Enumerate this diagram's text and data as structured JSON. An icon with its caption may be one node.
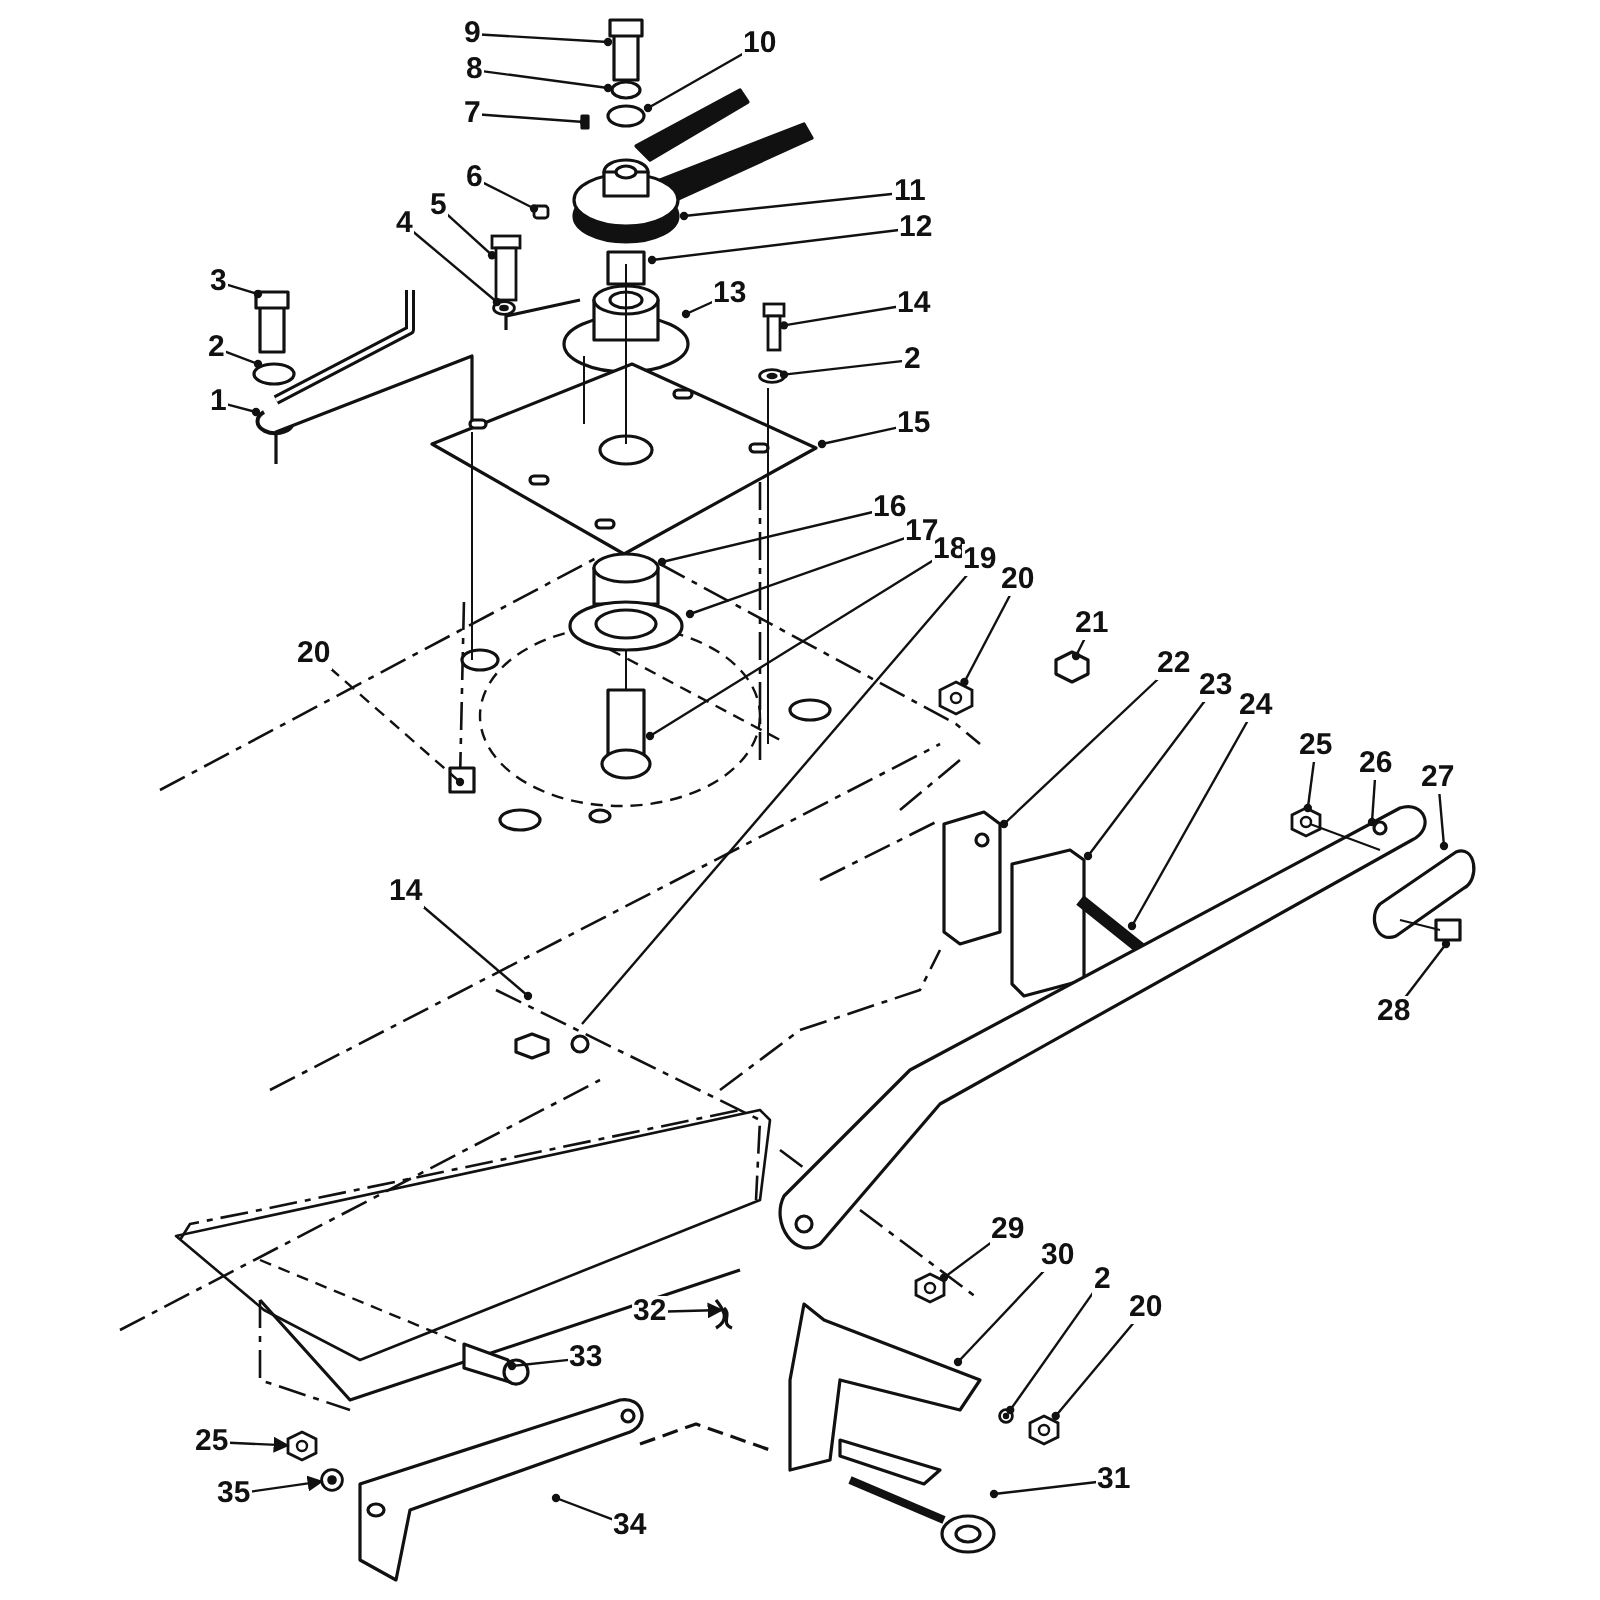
{
  "diagram": {
    "nodes": [
      {
        "text": [
          "9"
        ]
      },
      {
        "text": [
          "10"
        ]
      },
      {
        "text": [
          "8"
        ]
      },
      {
        "text": [
          "7"
        ]
      },
      {
        "text": [
          "6"
        ]
      },
      {
        "text": [
          "11"
        ]
      },
      {
        "text": [
          "5"
        ]
      },
      {
        "text": [
          "12"
        ]
      },
      {
        "text": [
          "4"
        ]
      },
      {
        "text": [
          "3"
        ]
      },
      {
        "text": [
          "13"
        ]
      },
      {
        "text": [
          "14"
        ]
      },
      {
        "text": [
          "2"
        ]
      },
      {
        "text": [
          "2"
        ]
      },
      {
        "text": [
          "1"
        ]
      },
      {
        "text": [
          "15"
        ]
      },
      {
        "text": [
          "16"
        ]
      },
      {
        "text": [
          "17"
        ]
      },
      {
        "text": [
          "18"
        ]
      },
      {
        "text": [
          "19"
        ]
      },
      {
        "text": [
          "20"
        ]
      },
      {
        "text": [
          "21"
        ]
      },
      {
        "text": [
          "20"
        ]
      },
      {
        "text": [
          "22"
        ]
      },
      {
        "text": [
          "23"
        ]
      },
      {
        "text": [
          "24"
        ]
      },
      {
        "text": [
          "25"
        ]
      },
      {
        "text": [
          "26"
        ]
      },
      {
        "text": [
          "27"
        ]
      },
      {
        "text": [
          "14"
        ]
      },
      {
        "text": [
          "28"
        ]
      },
      {
        "text": [
          "29"
        ]
      },
      {
        "text": [
          "30"
        ]
      },
      {
        "text": [
          "2"
        ]
      },
      {
        "text": [
          "20"
        ]
      },
      {
        "text": [
          "32"
        ]
      },
      {
        "text": [
          "33"
        ]
      },
      {
        "text": [
          "31"
        ]
      },
      {
        "text": [
          "25"
        ]
      },
      {
        "text": [
          "35"
        ]
      },
      {
        "text": [
          "34"
        ]
      },
      {
        "text": [],
        "shape": "bolt"
      },
      {
        "text": [],
        "shape": "bolt"
      },
      {
        "text": [],
        "shape": "nut"
      },
      {
        "text": [],
        "shape": "nut"
      },
      {
        "text": [],
        "shape": "nut"
      },
      {
        "text": [],
        "shape": "nut"
      },
      {
        "text": [],
        "shape": "nut"
      },
      {
        "text": [],
        "shape": "screw"
      },
      {
        "text": [],
        "shape": "washer"
      },
      {
        "text": [],
        "shape": "washer"
      },
      {
        "text": [],
        "shape": "washer"
      },
      {
        "text": [],
        "shape": "washer"
      }
    ],
    "edges": [
      {
        "from": 0,
        "to": null,
        "arrow": "other"
      },
      {
        "from": 1,
        "to": null,
        "arrow": "other"
      },
      {
        "from": 2,
        "to": null,
        "arrow": "other"
      },
      {
        "from": 3,
        "to": null,
        "arrow": "other"
      },
      {
        "from": 4,
        "to": 48,
        "arrow": "other"
      },
      {
        "from": 5,
        "to": null,
        "arrow": "other"
      },
      {
        "from": 6,
        "to": 41,
        "arrow": "other"
      },
      {
        "from": 7,
        "to": null,
        "arrow": "other"
      },
      {
        "from": 8,
        "to": 49,
        "arrow": "other"
      },
      {
        "from": 9,
        "to": null,
        "arrow": "other"
      },
      {
        "from": 10,
        "to": null,
        "arrow": "other"
      },
      {
        "from": 11,
        "to": 42,
        "arrow": "other"
      },
      {
        "from": 12,
        "to": null,
        "arrow": "other"
      },
      {
        "from": 13,
        "to": 50,
        "arrow": "other"
      },
      {
        "from": 14,
        "to": null,
        "arrow": "other"
      },
      {
        "from": 15,
        "to": null,
        "arrow": "other"
      },
      {
        "from": 16,
        "to": null,
        "arrow": "other"
      },
      {
        "from": 17,
        "to": null,
        "arrow": "other"
      },
      {
        "from": 18,
        "to": null,
        "arrow": "other"
      },
      {
        "from": 19,
        "to": null,
        "arrow": "none"
      },
      {
        "from": 20,
        "to": 43,
        "arrow": "other"
      },
      {
        "from": 21,
        "to": null,
        "arrow": "other"
      },
      {
        "from": 22,
        "to": null,
        "arrow": "other",
        "style": "dashed"
      },
      {
        "from": 23,
        "to": null,
        "arrow": "other"
      },
      {
        "from": 24,
        "to": null,
        "arrow": "other"
      },
      {
        "from": 25,
        "to": null,
        "arrow": "other"
      },
      {
        "from": 26,
        "to": 44,
        "arrow": "other"
      },
      {
        "from": 27,
        "to": null,
        "arrow": "other"
      },
      {
        "from": 28,
        "to": null,
        "arrow": "other"
      },
      {
        "from": 29,
        "to": null,
        "arrow": "other"
      },
      {
        "from": 30,
        "to": null,
        "arrow": "other"
      },
      {
        "from": 31,
        "to": 45,
        "arrow": "other"
      },
      {
        "from": 32,
        "to": null,
        "arrow": "other"
      },
      {
        "from": 33,
        "to": 51,
        "arrow": "other"
      },
      {
        "from": 34,
        "to": 46,
        "arrow": "other"
      },
      {
        "from": 35,
        "to": null,
        "arrow": "to"
      },
      {
        "from": 36,
        "to": null,
        "arrow": "other"
      },
      {
        "from": 37,
        "to": null,
        "arrow": "other"
      },
      {
        "from": 38,
        "to": 47,
        "arrow": "to"
      },
      {
        "from": 39,
        "to": 52,
        "arrow": "to"
      },
      {
        "from": 40,
        "to": null,
        "arrow": "other"
      }
    ]
  }
}
